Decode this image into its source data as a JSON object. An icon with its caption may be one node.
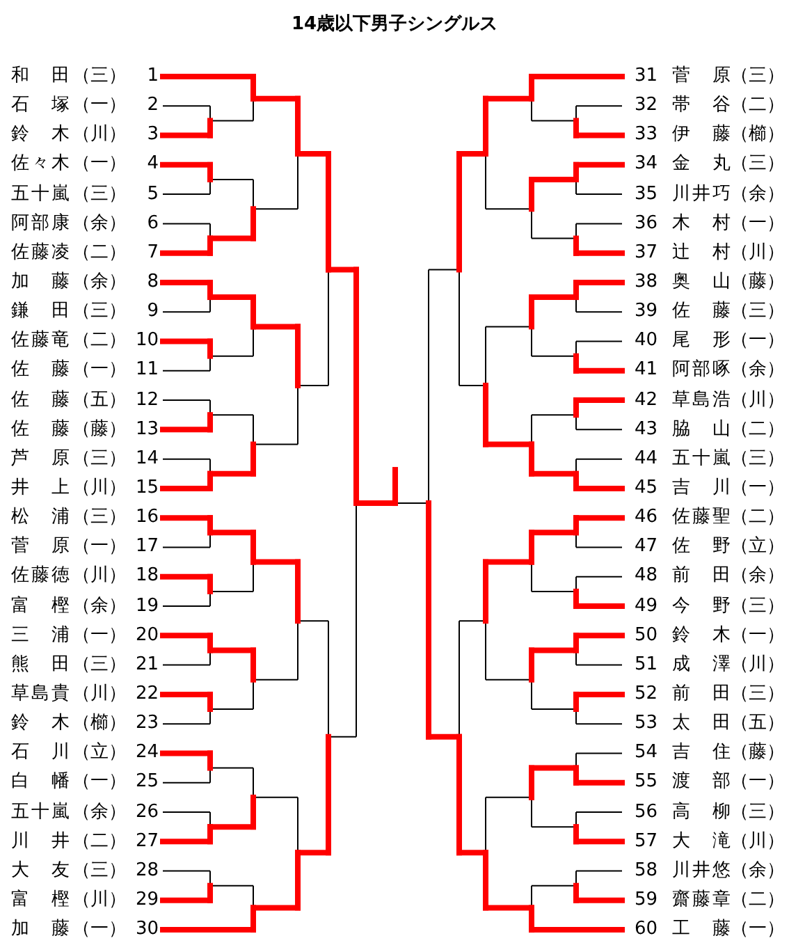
{
  "diagram": {
    "title": "14歳以下男子シングルス",
    "nodes": [
      {
        "text": [
          "和田",
          "（三）",
          "1"
        ]
      },
      {
        "text": [
          "石塚",
          "（一）",
          "2"
        ]
      },
      {
        "text": [
          "鈴木",
          "（川）",
          "3"
        ]
      },
      {
        "text": [
          "佐々木",
          "（一）",
          "4"
        ]
      },
      {
        "text": [
          "五十嵐",
          "（三）",
          "5"
        ]
      },
      {
        "text": [
          "阿部康",
          "（余）",
          "6"
        ]
      },
      {
        "text": [
          "佐藤凌",
          "（二）",
          "7"
        ]
      },
      {
        "text": [
          "加藤",
          "（余）",
          "8"
        ]
      },
      {
        "text": [
          "鎌田",
          "（三）",
          "9"
        ]
      },
      {
        "text": [
          "佐藤竜",
          "（二）",
          "10"
        ]
      },
      {
        "text": [
          "佐藤",
          "（一）",
          "11"
        ]
      },
      {
        "text": [
          "佐藤",
          "（五）",
          "12"
        ]
      },
      {
        "text": [
          "佐藤",
          "（藤）",
          "13"
        ]
      },
      {
        "text": [
          "芦原",
          "（三）",
          "14"
        ]
      },
      {
        "text": [
          "井上",
          "（川）",
          "15"
        ]
      },
      {
        "text": [
          "松浦",
          "（三）",
          "16"
        ]
      },
      {
        "text": [
          "菅原",
          "（一）",
          "17"
        ]
      },
      {
        "text": [
          "佐藤徳",
          "（川）",
          "18"
        ]
      },
      {
        "text": [
          "富樫",
          "（余）",
          "19"
        ]
      },
      {
        "text": [
          "三浦",
          "（一）",
          "20"
        ]
      },
      {
        "text": [
          "熊田",
          "（三）",
          "21"
        ]
      },
      {
        "text": [
          "草島貴",
          "（川）",
          "22"
        ]
      },
      {
        "text": [
          "鈴木",
          "（櫛）",
          "23"
        ]
      },
      {
        "text": [
          "石川",
          "（立）",
          "24"
        ]
      },
      {
        "text": [
          "白幡",
          "（一）",
          "25"
        ]
      },
      {
        "text": [
          "五十嵐",
          "（余）",
          "26"
        ]
      },
      {
        "text": [
          "川井",
          "（二）",
          "27"
        ]
      },
      {
        "text": [
          "大友",
          "（三）",
          "28"
        ]
      },
      {
        "text": [
          "富樫",
          "（川）",
          "29"
        ]
      },
      {
        "text": [
          "加藤",
          "（一）",
          "30"
        ]
      },
      {
        "text": [
          "31",
          "菅原",
          "（三）"
        ]
      },
      {
        "text": [
          "32",
          "帯谷",
          "（二）"
        ]
      },
      {
        "text": [
          "33",
          "伊藤",
          "（櫛）"
        ]
      },
      {
        "text": [
          "34",
          "金丸",
          "（三）"
        ]
      },
      {
        "text": [
          "35",
          "川井巧",
          "（余）"
        ]
      },
      {
        "text": [
          "36",
          "木村",
          "（一）"
        ]
      },
      {
        "text": [
          "37",
          "辻村",
          "（川）"
        ]
      },
      {
        "text": [
          "38",
          "奥山",
          "（藤）"
        ]
      },
      {
        "text": [
          "39",
          "佐藤",
          "（三）"
        ]
      },
      {
        "text": [
          "40",
          "尾形",
          "（一）"
        ]
      },
      {
        "text": [
          "41",
          "阿部啄",
          "（余）"
        ]
      },
      {
        "text": [
          "42",
          "草島浩",
          "（川）"
        ]
      },
      {
        "text": [
          "43",
          "脇山",
          "（二）"
        ]
      },
      {
        "text": [
          "44",
          "五十嵐",
          "（三）"
        ]
      },
      {
        "text": [
          "45",
          "吉川",
          "（一）"
        ]
      },
      {
        "text": [
          "46",
          "佐藤聖",
          "（二）"
        ]
      },
      {
        "text": [
          "47",
          "佐野",
          "（立）"
        ]
      },
      {
        "text": [
          "48",
          "前田",
          "（余）"
        ]
      },
      {
        "text": [
          "49",
          "今野",
          "（三）"
        ]
      },
      {
        "text": [
          "50",
          "鈴木",
          "（一）"
        ]
      },
      {
        "text": [
          "51",
          "成澤",
          "（川）"
        ]
      },
      {
        "text": [
          "52",
          "前田",
          "（三）"
        ]
      },
      {
        "text": [
          "53",
          "太田",
          "（五）"
        ]
      },
      {
        "text": [
          "54",
          "吉住",
          "（藤）"
        ]
      },
      {
        "text": [
          "55",
          "渡部",
          "（一）"
        ]
      },
      {
        "text": [
          "56",
          "高柳",
          "（三）"
        ]
      },
      {
        "text": [
          "57",
          "大滝",
          "（川）"
        ]
      },
      {
        "text": [
          "58",
          "川井悠",
          "（余）"
        ]
      },
      {
        "text": [
          "59",
          "齋藤章",
          "（二）"
        ]
      },
      {
        "text": [
          "60",
          "工藤",
          "（一）"
        ]
      }
    ]
  }
}
